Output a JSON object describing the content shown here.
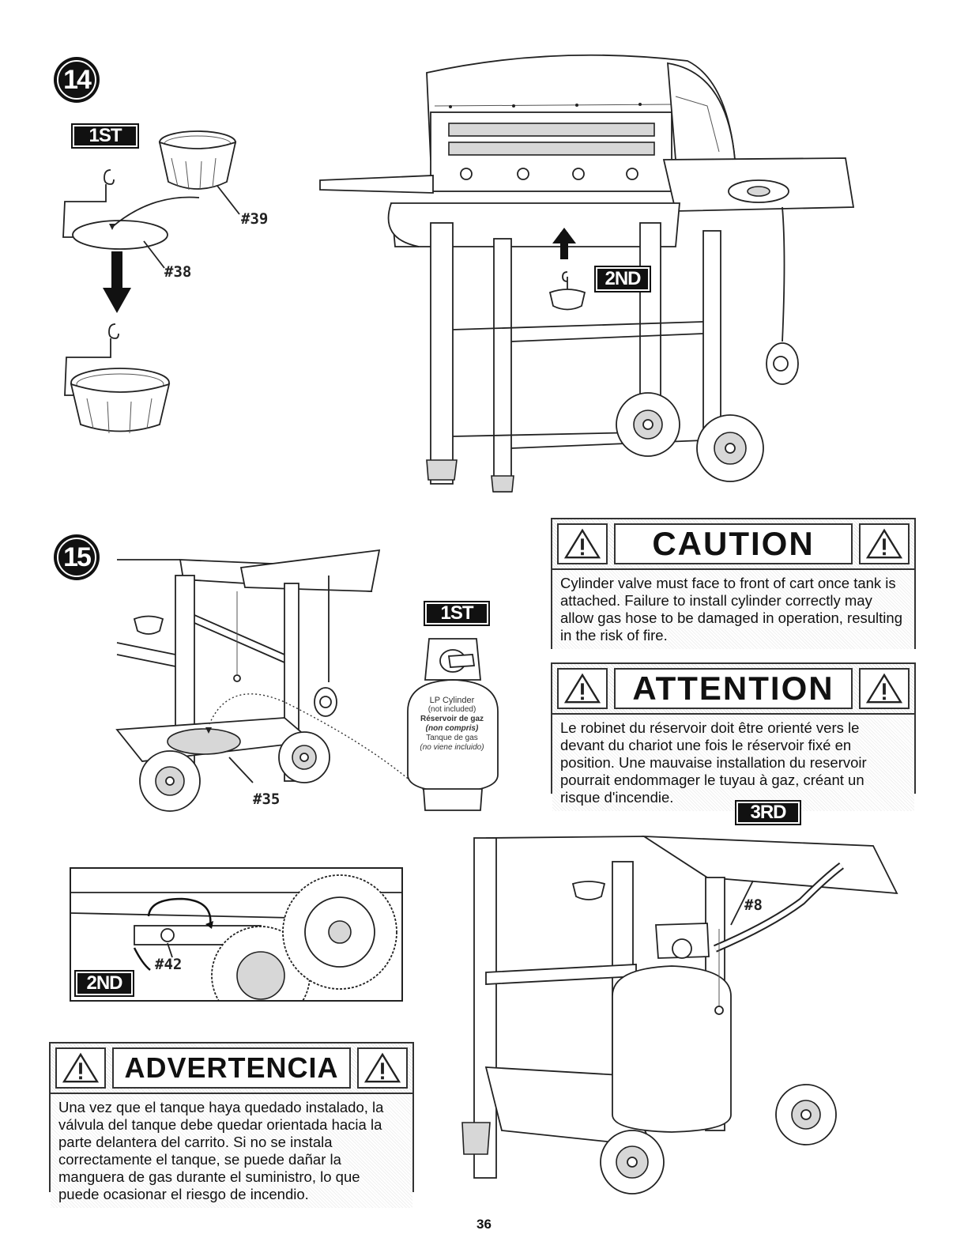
{
  "steps": {
    "step14": {
      "number": "14"
    },
    "step15": {
      "number": "15"
    }
  },
  "badges": {
    "first": "1ST",
    "second": "2ND",
    "third": "3RD"
  },
  "parts": {
    "p39": "#39",
    "p38": "#38",
    "p35": "#35",
    "p42": "#42",
    "p8": "#8"
  },
  "tank_label": {
    "en": "LP Cylinder",
    "en_note": "(not included)",
    "fr": "Réservoir de gaz",
    "fr_note": "(non compris)",
    "es": "Tanque de gas",
    "es_note": "(no viene incluido)"
  },
  "caution": {
    "title": "CAUTION",
    "body": "Cylinder valve must face to front of cart once tank is attached. Failure to install cylinder correctly may allow gas hose to be damaged in operation, resulting in the risk of fire."
  },
  "attention": {
    "title": "ATTENTION",
    "body": "Le robinet du réservoir doit être orienté vers le devant du chariot une fois le réservoir fixé en position. Une mauvaise installation du reservoir pourrait endommager le tuyau à gaz, créant un risque d'incendie."
  },
  "advertencia": {
    "title": "ADVERTENCIA",
    "body": "Una vez que el tanque haya quedado instalado, la válvula del tanque debe quedar orientada hacia la parte delantera del carrito. Si no se instala correctamente el tanque, se puede dañar la manguera de gas durante el suministro, lo que puede ocasionar el riesgo de incendio."
  },
  "page": {
    "number": "36"
  }
}
